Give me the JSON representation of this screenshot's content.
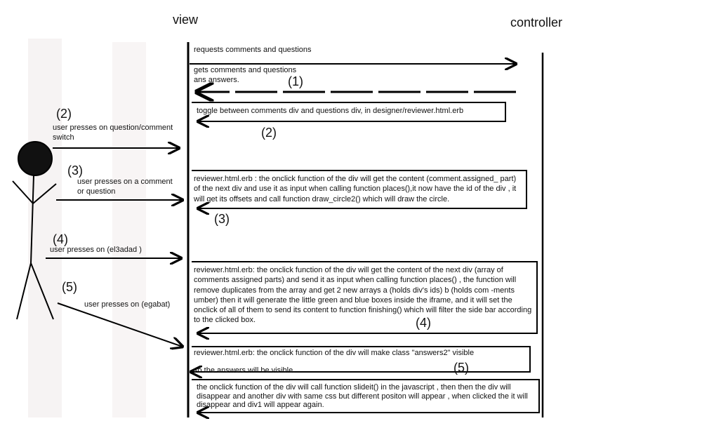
{
  "headers": {
    "view": "view",
    "controller": "controller"
  },
  "messages": {
    "request": "requests comments and questions",
    "response": "gets comments and questions\nans answers."
  },
  "steps": [
    {
      "num": "(1)"
    },
    {
      "num": "(2)",
      "user_action": "user presses on question/comment\nswitch",
      "description": "toggle between comments div and questions div, in  designer/reviewer.html.erb"
    },
    {
      "num": "(3)",
      "user_action": "user presses on a comment\nor question",
      "description": "reviewer.html.erb : the onclick function of the div will get the content (comment.assigned_ part) of the next div and use it as input when calling function places(),it now have the id of the div , it will get its offsets and call function draw_circle2() which will draw the circle."
    },
    {
      "num": "(4)",
      "user_action": "user presses on (el3adad )",
      "description": "reviewer.html.erb: the onclick function of the div will get the content of the next div (array of comments assigned parts) and send it as input when calling function places() , the function will remove duplicates from the array and get 2 new arrays a (holds div's ids) b (holds com -ments umber) then it will generate the little green and blue boxes inside the iframe, and it will set the onclick of all of them to send its content to function finishing() which will filter the side bar according to the clicked box."
    },
    {
      "num": "(5)",
      "user_action": "user presses on (egabat)",
      "description": "reviewer.html.erb: the onclick function of the div will make class \"answers2\" visible\n\nso the answers will be visible.",
      "description2": "the onclick function of the div will call function slideit() in the javascript , then then the div will disappear and another div with same css but different positon will appear , when clicked the it will disappear and div1 will appear again."
    }
  ]
}
